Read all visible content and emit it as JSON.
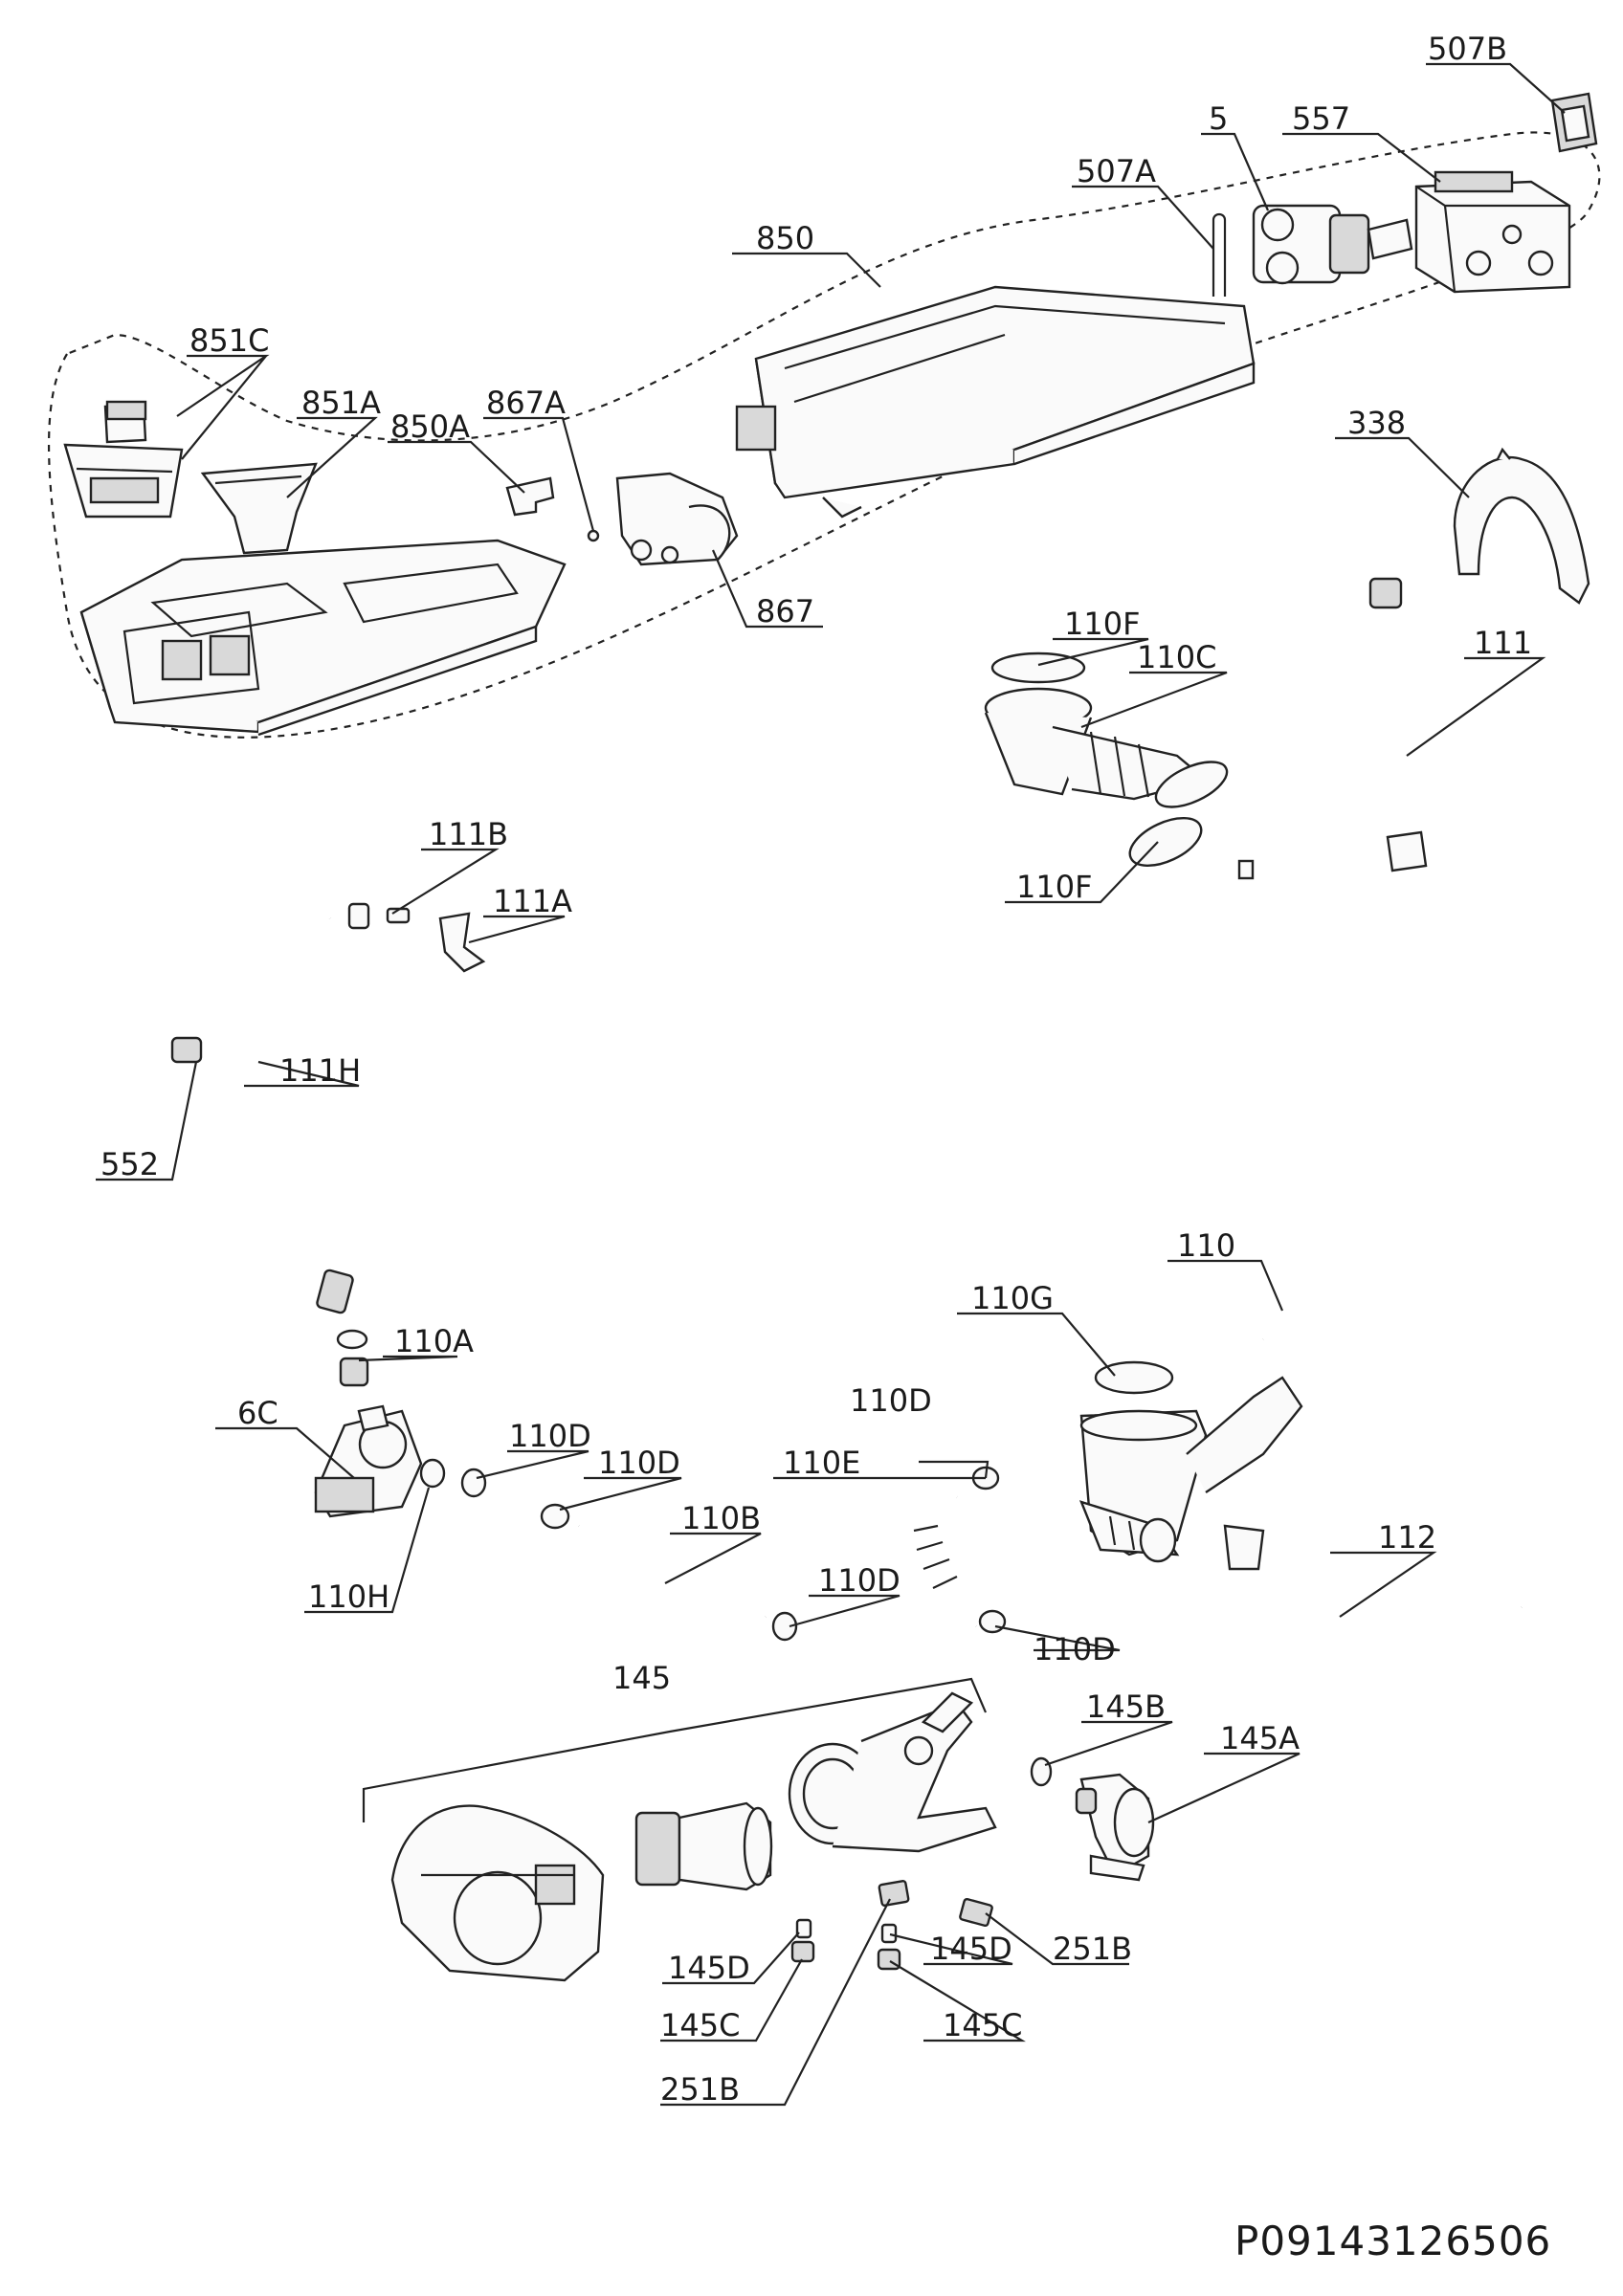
{
  "doc_id": "P09143126506",
  "labels": {
    "l507B": "507B",
    "l557": "557",
    "l5": "5",
    "l507A": "507A",
    "l850": "850",
    "l851C": "851C",
    "l851A": "851A",
    "l850A": "850A",
    "l867A": "867A",
    "l867": "867",
    "l338": "338",
    "l110F_top": "110F",
    "l110C": "110C",
    "l111": "111",
    "l110F_bot": "110F",
    "l111B": "111B",
    "l111A": "111A",
    "l111H": "111H",
    "l552": "552",
    "l110": "110",
    "l110G": "110G",
    "l110A": "110A",
    "l6C": "6C",
    "l110D_a": "110D",
    "l110D_b": "110D",
    "l110D_c": "110D",
    "l110E": "110E",
    "l110B": "110B",
    "l110D_d": "110D",
    "l110D_e": "110D",
    "l110H": "110H",
    "l112": "112",
    "l145": "145",
    "l145B": "145B",
    "l145A": "145A",
    "l145D_a": "145D",
    "l145D_b": "145D",
    "l251B_a": "251B",
    "l145C_a": "145C",
    "l145C_b": "145C",
    "l251B_b": "251B"
  }
}
